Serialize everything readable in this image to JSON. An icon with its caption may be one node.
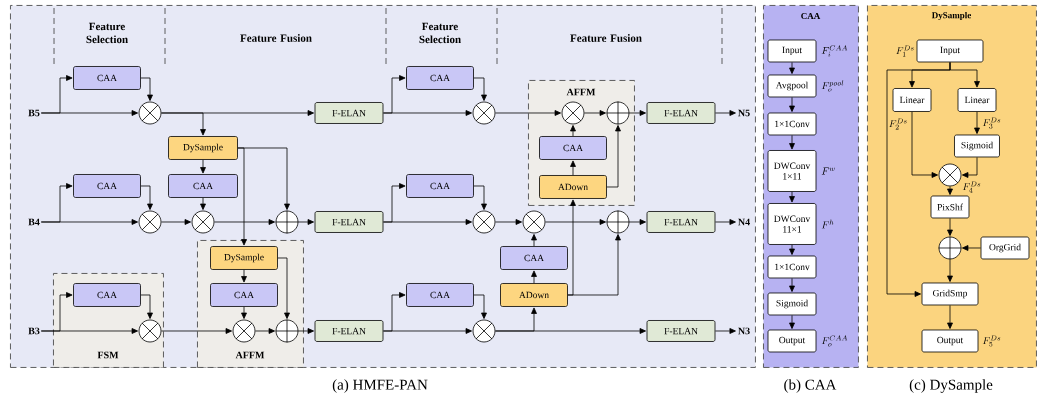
{
  "diagram": {
    "nodes": [
      {
        "text": [
          "(a) HMFE-PAN"
        ]
      },
      {
        "text": [
          "CAA",
          "(b) CAA"
        ]
      },
      {
        "text": [
          "DySample",
          "(c) DySample"
        ]
      },
      {
        "text": [
          "B5"
        ],
        "in": 0
      },
      {
        "text": [
          "B4"
        ],
        "in": 0
      },
      {
        "text": [
          "B3"
        ],
        "in": 0
      },
      {
        "text": [
          "FSM"
        ],
        "in": 0
      },
      {
        "text": [
          "AFFM"
        ],
        "in": 0
      },
      {
        "text": [
          "AFFM"
        ],
        "in": 0
      },
      {
        "text": [
          "CAA"
        ],
        "in": 0
      },
      {
        "text": [],
        "shape": "otimes",
        "in": 0
      },
      {
        "text": [
          "DySample"
        ],
        "in": 0
      },
      {
        "text": [
          "F-ELAN"
        ],
        "in": 0
      },
      {
        "text": [
          "CAA"
        ],
        "in": 0
      },
      {
        "text": [],
        "shape": "otimes",
        "in": 0
      },
      {
        "text": [],
        "shape": "otimes",
        "in": 8
      },
      {
        "text": [],
        "shape": "oplus",
        "in": 8
      },
      {
        "text": [
          "CAA"
        ],
        "in": 8
      },
      {
        "text": [
          "ADown"
        ],
        "in": 8
      },
      {
        "text": [
          "F-ELAN"
        ],
        "in": 0
      },
      {
        "text": [
          "N5"
        ],
        "in": 0
      },
      {
        "text": [
          "CAA"
        ],
        "in": 0
      },
      {
        "text": [],
        "shape": "otimes",
        "in": 0
      },
      {
        "text": [
          "CAA"
        ],
        "in": 0
      },
      {
        "text": [],
        "shape": "otimes",
        "in": 0
      },
      {
        "text": [],
        "shape": "oplus",
        "in": 0
      },
      {
        "text": [
          "F-ELAN"
        ],
        "in": 0
      },
      {
        "text": [
          "CAA"
        ],
        "in": 0
      },
      {
        "text": [],
        "shape": "otimes",
        "in": 0
      },
      {
        "text": [],
        "shape": "otimes",
        "in": 0
      },
      {
        "text": [
          "CAA"
        ],
        "in": 0
      },
      {
        "text": [
          "ADown"
        ],
        "in": 0
      },
      {
        "text": [],
        "shape": "oplus",
        "in": 0
      },
      {
        "text": [
          "F-ELAN"
        ],
        "in": 0
      },
      {
        "text": [
          "N4"
        ],
        "in": 0
      },
      {
        "text": [
          "CAA"
        ],
        "in": 6
      },
      {
        "text": [],
        "shape": "otimes",
        "in": 6
      },
      {
        "text": [
          "DySample"
        ],
        "in": 7
      },
      {
        "text": [
          "CAA"
        ],
        "in": 7
      },
      {
        "text": [],
        "shape": "otimes",
        "in": 7
      },
      {
        "text": [],
        "shape": "oplus",
        "in": 7
      },
      {
        "text": [
          "F-ELAN"
        ],
        "in": 0
      },
      {
        "text": [
          "CAA"
        ],
        "in": 0
      },
      {
        "text": [],
        "shape": "otimes",
        "in": 0
      },
      {
        "text": [
          "F-ELAN"
        ],
        "in": 0
      },
      {
        "text": [
          "N3"
        ],
        "in": 0
      },
      {
        "text": [
          "Input"
        ],
        "in": 1,
        "beside": [
          "F_i^{CAA}"
        ]
      },
      {
        "text": [
          "Avgpool"
        ],
        "in": 1,
        "beside": [
          "F_o^{pool}"
        ]
      },
      {
        "text": [
          "1×1Conv"
        ],
        "in": 1
      },
      {
        "text": [
          "DWConv 1×11"
        ],
        "in": 1,
        "beside": [
          "F^w"
        ]
      },
      {
        "text": [
          "DWConv 11×1"
        ],
        "in": 1,
        "beside": [
          "F^h"
        ]
      },
      {
        "text": [
          "1×1Conv"
        ],
        "in": 1
      },
      {
        "text": [
          "Sigmoid"
        ],
        "in": 1
      },
      {
        "text": [
          "Output"
        ],
        "in": 1,
        "beside": [
          "F_o^{CAA}"
        ]
      },
      {
        "text": [
          "Input"
        ],
        "in": 2,
        "beside": [
          "F_1^{Ds}"
        ]
      },
      {
        "text": [
          "Linear"
        ],
        "in": 2,
        "beside": [
          "F_2^{Ds}"
        ]
      },
      {
        "text": [
          "Linear"
        ],
        "in": 2,
        "beside": [
          "F_3^{Ds}"
        ]
      },
      {
        "text": [
          "Sigmoid"
        ],
        "in": 2
      },
      {
        "text": [],
        "shape": "otimes",
        "in": 2,
        "beside": [
          "F_4^{Ds}"
        ]
      },
      {
        "text": [
          "PixShf"
        ],
        "in": 2
      },
      {
        "text": [],
        "shape": "oplus",
        "in": 2
      },
      {
        "text": [
          "OrgGrid"
        ],
        "in": 2
      },
      {
        "text": [
          "GridSmp"
        ],
        "in": 2
      },
      {
        "text": [
          "Output"
        ],
        "in": 2,
        "beside": [
          "F_5^{Ds}"
        ]
      }
    ],
    "edges": [
      {
        "from": 3,
        "to": 9,
        "arrow": "to"
      },
      {
        "from": 3,
        "to": 10,
        "arrow": "to"
      },
      {
        "from": 9,
        "to": 10,
        "arrow": "to"
      },
      {
        "from": 10,
        "to": 12,
        "arrow": "to"
      },
      {
        "from": 10,
        "to": 11,
        "arrow": "to"
      },
      {
        "from": 11,
        "to": 23,
        "arrow": "to"
      },
      {
        "from": 11,
        "to": 25,
        "arrow": "to"
      },
      {
        "from": 11,
        "to": 37,
        "arrow": "to"
      },
      {
        "from": 23,
        "to": 24,
        "arrow": "to"
      },
      {
        "from": 12,
        "to": 13,
        "arrow": "to"
      },
      {
        "from": 12,
        "to": 14,
        "arrow": "to"
      },
      {
        "from": 13,
        "to": 14,
        "arrow": "to"
      },
      {
        "from": 14,
        "to": 15,
        "arrow": "to"
      },
      {
        "from": 17,
        "to": 15,
        "arrow": "to"
      },
      {
        "from": 18,
        "to": 17,
        "arrow": "to"
      },
      {
        "from": 18,
        "to": 16,
        "arrow": "to"
      },
      {
        "from": 15,
        "to": 16,
        "arrow": "to"
      },
      {
        "from": 16,
        "to": 19,
        "arrow": "to"
      },
      {
        "from": 19,
        "to": 20,
        "arrow": "to"
      },
      {
        "from": 4,
        "to": 21,
        "arrow": "to"
      },
      {
        "from": 4,
        "to": 22,
        "arrow": "to"
      },
      {
        "from": 21,
        "to": 22,
        "arrow": "to"
      },
      {
        "from": 22,
        "to": 24,
        "arrow": "to"
      },
      {
        "from": 24,
        "to": 25,
        "arrow": "to"
      },
      {
        "from": 25,
        "to": 26,
        "arrow": "to"
      },
      {
        "from": 26,
        "to": 27,
        "arrow": "to"
      },
      {
        "from": 26,
        "to": 28,
        "arrow": "to"
      },
      {
        "from": 27,
        "to": 28,
        "arrow": "to"
      },
      {
        "from": 28,
        "to": 29,
        "arrow": "to"
      },
      {
        "from": 30,
        "to": 29,
        "arrow": "to"
      },
      {
        "from": 31,
        "to": 30,
        "arrow": "to"
      },
      {
        "from": 31,
        "to": 18,
        "arrow": "to"
      },
      {
        "from": 31,
        "to": 32,
        "arrow": "to"
      },
      {
        "from": 29,
        "to": 32,
        "arrow": "to"
      },
      {
        "from": 32,
        "to": 33,
        "arrow": "to"
      },
      {
        "from": 33,
        "to": 34,
        "arrow": "to"
      },
      {
        "from": 5,
        "to": 35,
        "arrow": "to"
      },
      {
        "from": 5,
        "to": 36,
        "arrow": "to"
      },
      {
        "from": 35,
        "to": 36,
        "arrow": "to"
      },
      {
        "from": 36,
        "to": 39,
        "arrow": "to"
      },
      {
        "from": 37,
        "to": 38,
        "arrow": "to"
      },
      {
        "from": 38,
        "to": 39,
        "arrow": "to"
      },
      {
        "from": 37,
        "to": 40,
        "arrow": "to"
      },
      {
        "from": 39,
        "to": 40,
        "arrow": "to"
      },
      {
        "from": 40,
        "to": 41,
        "arrow": "to"
      },
      {
        "from": 41,
        "to": 42,
        "arrow": "to"
      },
      {
        "from": 41,
        "to": 43,
        "arrow": "to"
      },
      {
        "from": 42,
        "to": 43,
        "arrow": "to"
      },
      {
        "from": 43,
        "to": 44,
        "arrow": "to"
      },
      {
        "from": 43,
        "to": 31,
        "arrow": "to"
      },
      {
        "from": 44,
        "to": 45,
        "arrow": "to"
      },
      {
        "from": 46,
        "to": 47,
        "arrow": "to"
      },
      {
        "from": 47,
        "to": 48,
        "arrow": "to"
      },
      {
        "from": 48,
        "to": 49,
        "arrow": "to"
      },
      {
        "from": 49,
        "to": 50,
        "arrow": "to"
      },
      {
        "from": 50,
        "to": 51,
        "arrow": "to"
      },
      {
        "from": 51,
        "to": 52,
        "arrow": "to"
      },
      {
        "from": 52,
        "to": 53,
        "arrow": "to"
      },
      {
        "from": 54,
        "to": 55,
        "arrow": "to"
      },
      {
        "from": 54,
        "to": 56,
        "arrow": "to"
      },
      {
        "from": 54,
        "to": 62,
        "arrow": "to"
      },
      {
        "from": 55,
        "to": 58,
        "arrow": "to"
      },
      {
        "from": 56,
        "to": 57,
        "arrow": "to"
      },
      {
        "from": 57,
        "to": 58,
        "arrow": "to"
      },
      {
        "from": 58,
        "to": 59,
        "arrow": "to"
      },
      {
        "from": 59,
        "to": 60,
        "arrow": "to"
      },
      {
        "from": 61,
        "to": 60,
        "arrow": "to"
      },
      {
        "from": 60,
        "to": 62,
        "arrow": "to"
      },
      {
        "from": 62,
        "to": 63,
        "arrow": "to"
      }
    ],
    "labels": [
      "Feature Selection",
      "Feature Fusion",
      "Feature Selection",
      "Feature Fusion"
    ]
  }
}
